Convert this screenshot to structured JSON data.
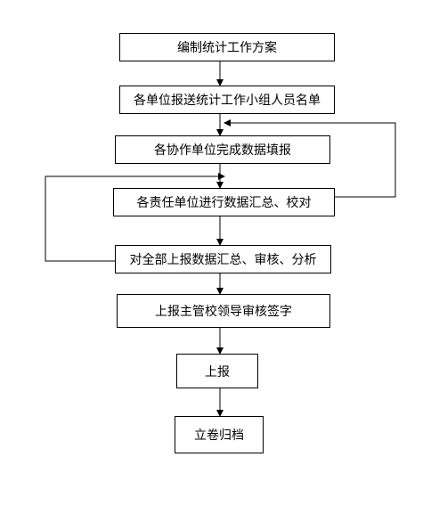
{
  "flowchart": {
    "steps": [
      {
        "label": "编制统计工作方案"
      },
      {
        "label": "各单位报送统计工作小组人员名单"
      },
      {
        "label": "各协作单位完成数据填报"
      },
      {
        "label": "各责任单位进行数据汇总、校对"
      },
      {
        "label": "对全部上报数据汇总、审核、分析"
      },
      {
        "label": "上报主管校领导审核签字"
      },
      {
        "label": "上报"
      },
      {
        "label": "立卷归档"
      }
    ],
    "line_color": "#000000"
  }
}
